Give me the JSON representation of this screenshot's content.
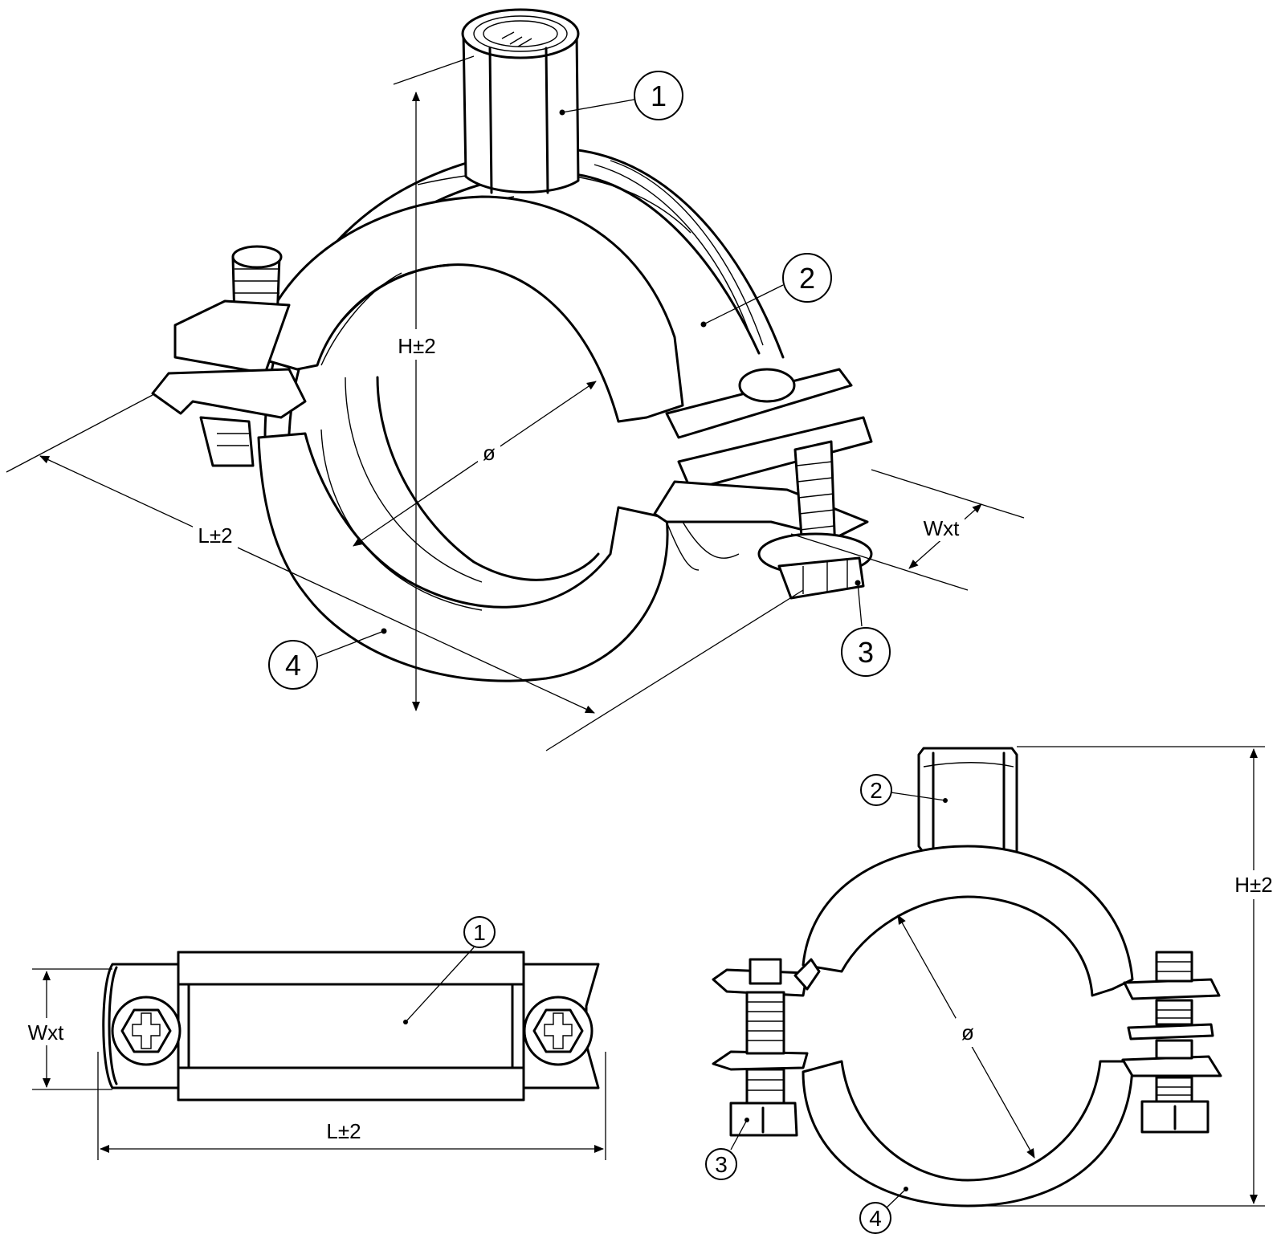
{
  "callouts": {
    "iso_1": "1",
    "iso_2": "2",
    "iso_3": "3",
    "iso_4": "4",
    "top_1": "1",
    "front_2": "2",
    "front_3": "3",
    "front_4": "4"
  },
  "dimensions": {
    "iso_height": "H±2",
    "iso_diameter": "ø",
    "iso_length": "L±2",
    "iso_width": "Wxt",
    "top_width": "Wxt",
    "top_length": "L±2",
    "front_height": "H±2",
    "front_diameter": "ø"
  }
}
